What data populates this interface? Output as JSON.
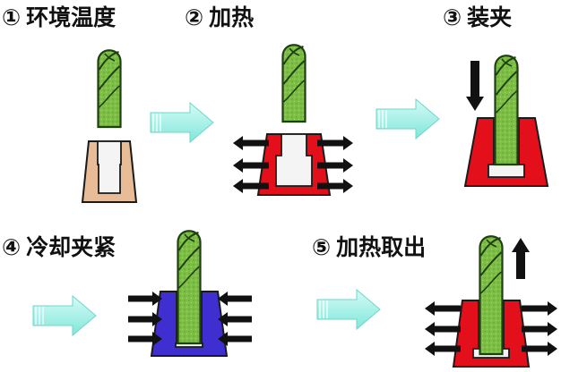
{
  "steps": [
    {
      "number": "①",
      "label": "环境温度",
      "holder_state": "ambient",
      "holder_color": "#E8BC96"
    },
    {
      "number": "②",
      "label": "加热",
      "holder_state": "heated-expanding",
      "holder_color": "#E3101B"
    },
    {
      "number": "③",
      "label": "装夹",
      "holder_state": "heated-inserting",
      "holder_color": "#E3101B"
    },
    {
      "number": "④",
      "label": "冷却夹紧",
      "holder_state": "cooling-clamping",
      "holder_color": "#3F2FD0"
    },
    {
      "number": "⑤",
      "label": "加热取出",
      "holder_state": "heated-removing",
      "holder_color": "#E3101B"
    }
  ],
  "colors": {
    "tool_green": "#7DBE45",
    "tool_dark": "#1F3E12",
    "bore_white": "#F4F4F4",
    "flow_arrow": "#9FF0E6",
    "force_arrow": "#111111"
  },
  "icons": [
    "end-mill-icon",
    "shrink-fit-holder-icon",
    "flow-arrow-icon",
    "force-arrow-icon",
    "insert-down-arrow-icon",
    "remove-up-arrow-icon"
  ]
}
